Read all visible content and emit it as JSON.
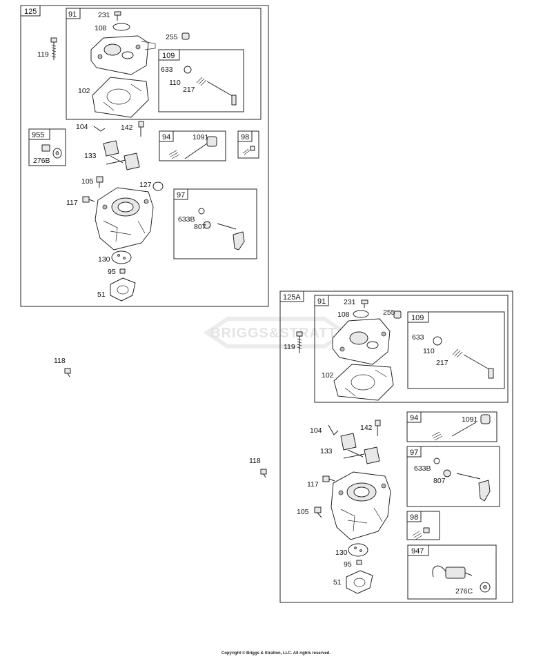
{
  "assemblies": {
    "a125": {
      "tag": "125",
      "items": {
        "p119": "119",
        "p231": "231",
        "p108": "108",
        "p255": "255",
        "p102": "102",
        "p633": "633",
        "p110": "110",
        "p217": "217",
        "p104": "104",
        "p142": "142",
        "p1091": "1091",
        "p133": "133",
        "p276b": "276B",
        "p105": "105",
        "p127": "127",
        "p117": "117",
        "p633b": "633B",
        "p807": "807",
        "p130": "130",
        "p95": "95",
        "p51": "51"
      },
      "boxes": {
        "b91": "91",
        "b109": "109",
        "b955": "955",
        "b94": "94",
        "b98": "98",
        "b97": "97"
      }
    },
    "a125a": {
      "tag": "125A",
      "items": {
        "p231": "231",
        "p108": "108",
        "p255": "255",
        "p119": "119",
        "p102": "102",
        "p633": "633",
        "p110": "110",
        "p217": "217",
        "p104": "104",
        "p142": "142",
        "p1091": "1091",
        "p133": "133",
        "p633b": "633B",
        "p807": "807",
        "p117": "117",
        "p105": "105",
        "p130": "130",
        "p95": "95",
        "p51": "51",
        "p276c": "276C"
      },
      "boxes": {
        "b91": "91",
        "b109": "109",
        "b94": "94",
        "b97": "97",
        "b98": "98",
        "b947": "947"
      }
    }
  },
  "loose": {
    "p118a": "118",
    "p118b": "118"
  },
  "watermark": "BRIGGS&STRATTON",
  "copyright": "Copyright © Briggs & Stratton, LLC. All rights reserved."
}
